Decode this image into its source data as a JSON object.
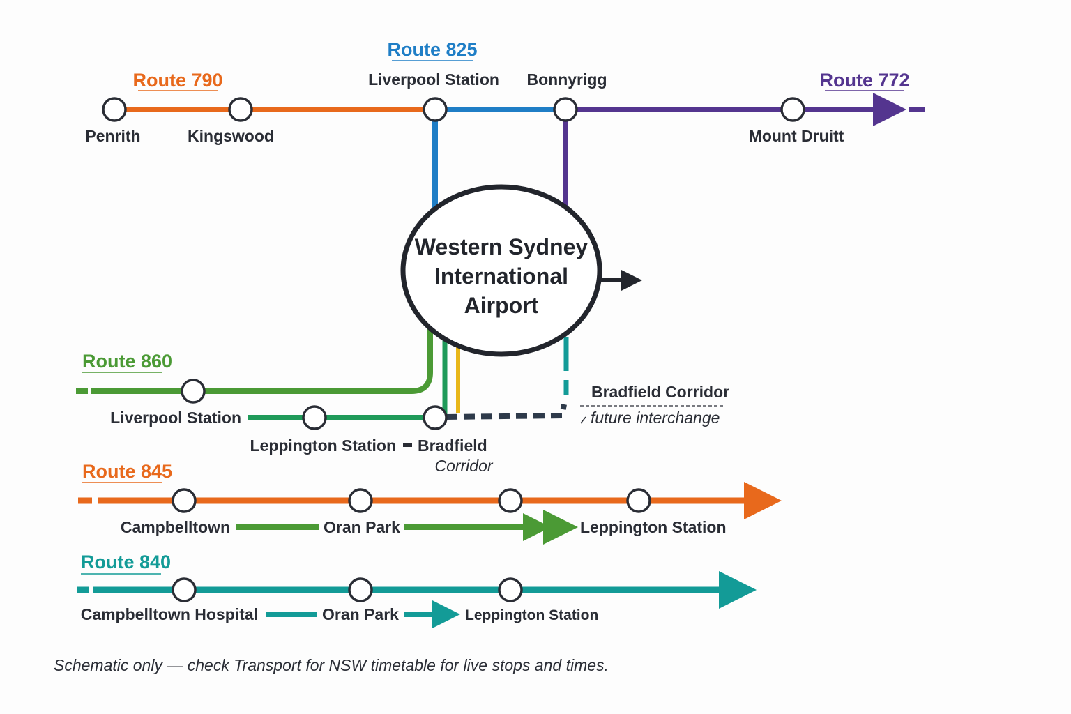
{
  "colors": {
    "route_790": "#e8691c",
    "route_825": "#1f7ec6",
    "route_772": "#54358f",
    "route_860": "#4b9a35",
    "route_860_branch": "#1f9a59",
    "yellow_line": "#e8b71a",
    "route_845": "#e8691c",
    "route_845_sub": "#4b9a35",
    "route_840": "#139b97",
    "bradfield": "#2e3a4a",
    "ink": "#2a2d35"
  },
  "hub": {
    "line1": "Western Sydney",
    "line2": "International",
    "line3": "Airport"
  },
  "north": {
    "route_790": {
      "label": "Route 790",
      "stops": [
        "Penrith",
        "Kingswood"
      ]
    },
    "route_825": {
      "label": "Route 825",
      "stops": [
        "Liverpool Station"
      ]
    },
    "route_772": {
      "label": "Route 772",
      "stops": [
        "Bonnyrigg",
        "Mount Druitt"
      ]
    }
  },
  "route_860": {
    "label": "Route 860",
    "stops": [
      "Liverpool Station",
      "Leppington Station",
      "Bradfield"
    ],
    "bradfield_second_line": "Corridor"
  },
  "bradfield": {
    "title": "Bradfield Corridor",
    "subtitle": "future interchange"
  },
  "route_845": {
    "label": "Route 845",
    "stops": [
      "Campbelltown",
      "Oran Park",
      "Leppington Station"
    ]
  },
  "route_840": {
    "label": "Route 840",
    "stops": [
      "Campbelltown Hospital",
      "Oran Park",
      "Leppington Station"
    ]
  },
  "footer": "Schematic only — check Transport for NSW timetable for live stops and times."
}
